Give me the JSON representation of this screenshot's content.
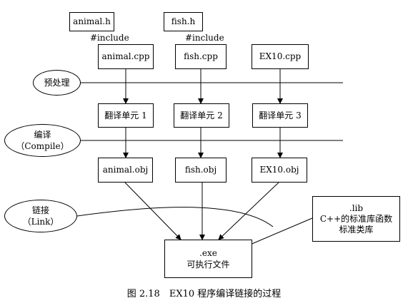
{
  "headers": {
    "animal_h": "animal.h",
    "fish_h": "fish.h"
  },
  "include_label": "#include",
  "sources": {
    "animal_cpp": "animal.cpp",
    "fish_cpp": "fish.cpp",
    "ex10_cpp": "EX10.cpp"
  },
  "units": {
    "unit1": "翻译单元 1",
    "unit2": "翻译单元 2",
    "unit3": "翻译单元 3"
  },
  "objects": {
    "animal_obj": "animal.obj",
    "fish_obj": "fish.obj",
    "ex10_obj": "EX10.obj"
  },
  "stages": {
    "preprocess": "预处理",
    "compile_line1": "编译",
    "compile_line2": "（Compile）",
    "link_line1": "链接",
    "link_line2": "（Link）"
  },
  "library": {
    "line1": ".lib",
    "line2": "C++的标准库函数",
    "line3": "标准类库"
  },
  "executable": {
    "line1": ".exe",
    "line2": "可执行文件"
  },
  "caption": "图 2.18　EX10 程序编译链接的过程"
}
